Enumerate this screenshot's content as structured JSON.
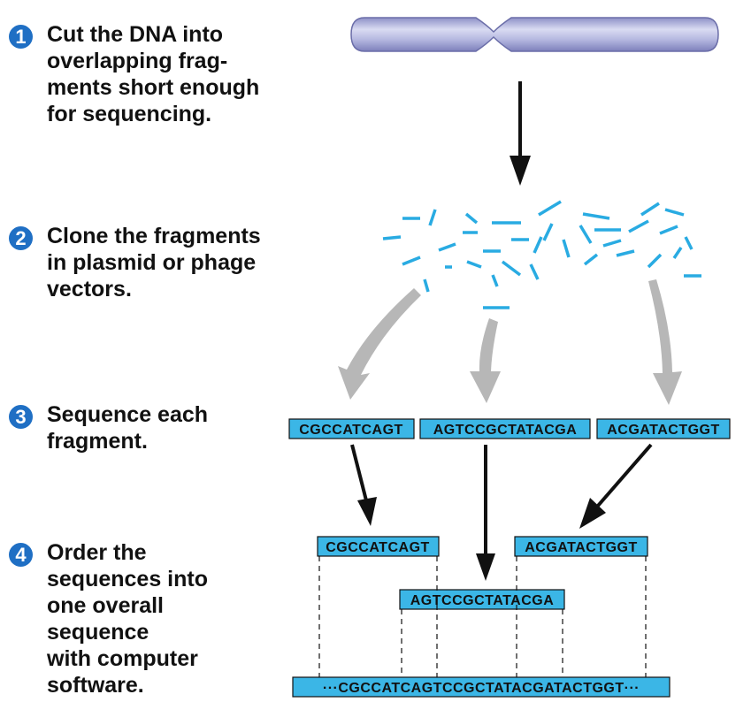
{
  "steps": [
    {
      "num": "1",
      "text": "Cut the DNA into\noverlapping frag-\nments short enough\nfor sequencing."
    },
    {
      "num": "2",
      "text": "Clone the fragments\nin plasmid or phage\nvectors."
    },
    {
      "num": "3",
      "text": "Sequence each\nfragment."
    },
    {
      "num": "4",
      "text": "Order the\nsequences into\none overall\nsequence\nwith computer\nsoftware."
    }
  ],
  "fragment_sequences": [
    "CGCCATCAGT",
    "AGTCCGCTATACGA",
    "ACGATACTGGT"
  ],
  "ordered": {
    "left": "CGCCATCAGT",
    "middle": "AGTCCGCTATACGA",
    "right": "ACGATACTGGT"
  },
  "overall_sequence": "···CGCCATCAGTCCGCTATACGATACTGGT···",
  "colors": {
    "step_badge": "#1f6fc4",
    "sequence_box": "#3bb6e6",
    "fragment": "#29abe2",
    "chromosome": "#a9abd8"
  }
}
